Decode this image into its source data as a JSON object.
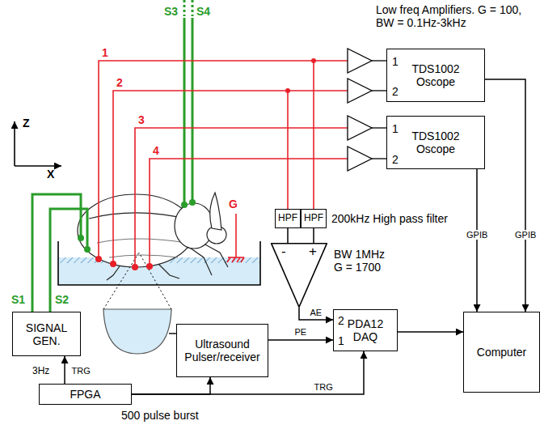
{
  "diagram": {
    "nodes": [
      {
        "text": [
          "1",
          "TDS1002 Oscope",
          "2"
        ]
      },
      {
        "text": [
          "1",
          "TDS1002 Oscope",
          "2"
        ]
      },
      {
        "text": [
          "HPF"
        ]
      },
      {
        "text": [
          "HPF"
        ]
      },
      {
        "text": [
          "-",
          "+"
        ]
      },
      {
        "text": [
          "SIGNAL GEN."
        ]
      },
      {
        "text": [
          "Ultrasound Pulser/receiver"
        ]
      },
      {
        "text": [
          "2",
          "PDA12 DAQ",
          "1"
        ]
      },
      {
        "text": [
          "Computer"
        ]
      },
      {
        "text": [
          "FPGA"
        ]
      }
    ],
    "edges": [
      {
        "from": 0,
        "to": 8,
        "arrow": "to",
        "label": "GPIB"
      },
      {
        "from": 1,
        "to": 8,
        "arrow": "to",
        "label": "GPIB"
      },
      {
        "from": 2,
        "to": 4,
        "arrow": "none"
      },
      {
        "from": 3,
        "to": 4,
        "arrow": "none"
      },
      {
        "from": 4,
        "to": 7,
        "arrow": "to",
        "label": "AE"
      },
      {
        "from": 6,
        "to": 7,
        "arrow": "to",
        "label": "PE"
      },
      {
        "from": 9,
        "to": 5,
        "arrow": "to",
        "label": "TRG"
      },
      {
        "from": 9,
        "to": 6,
        "arrow": "to"
      },
      {
        "from": 9,
        "to": 7,
        "arrow": "to",
        "label": "TRG"
      },
      {
        "from": 7,
        "to": 8,
        "arrow": "to"
      }
    ],
    "labels": [
      "Low freq Amplifiers. G = 100, BW = 0.1Hz-3kHz",
      "200kHz High pass filter",
      "BW 1MHz G = 1700",
      "Z",
      "X",
      "S1",
      "S2",
      "S3",
      "S4",
      "1",
      "2",
      "3",
      "4",
      "G",
      "3Hz",
      "500 pulse burst"
    ]
  }
}
